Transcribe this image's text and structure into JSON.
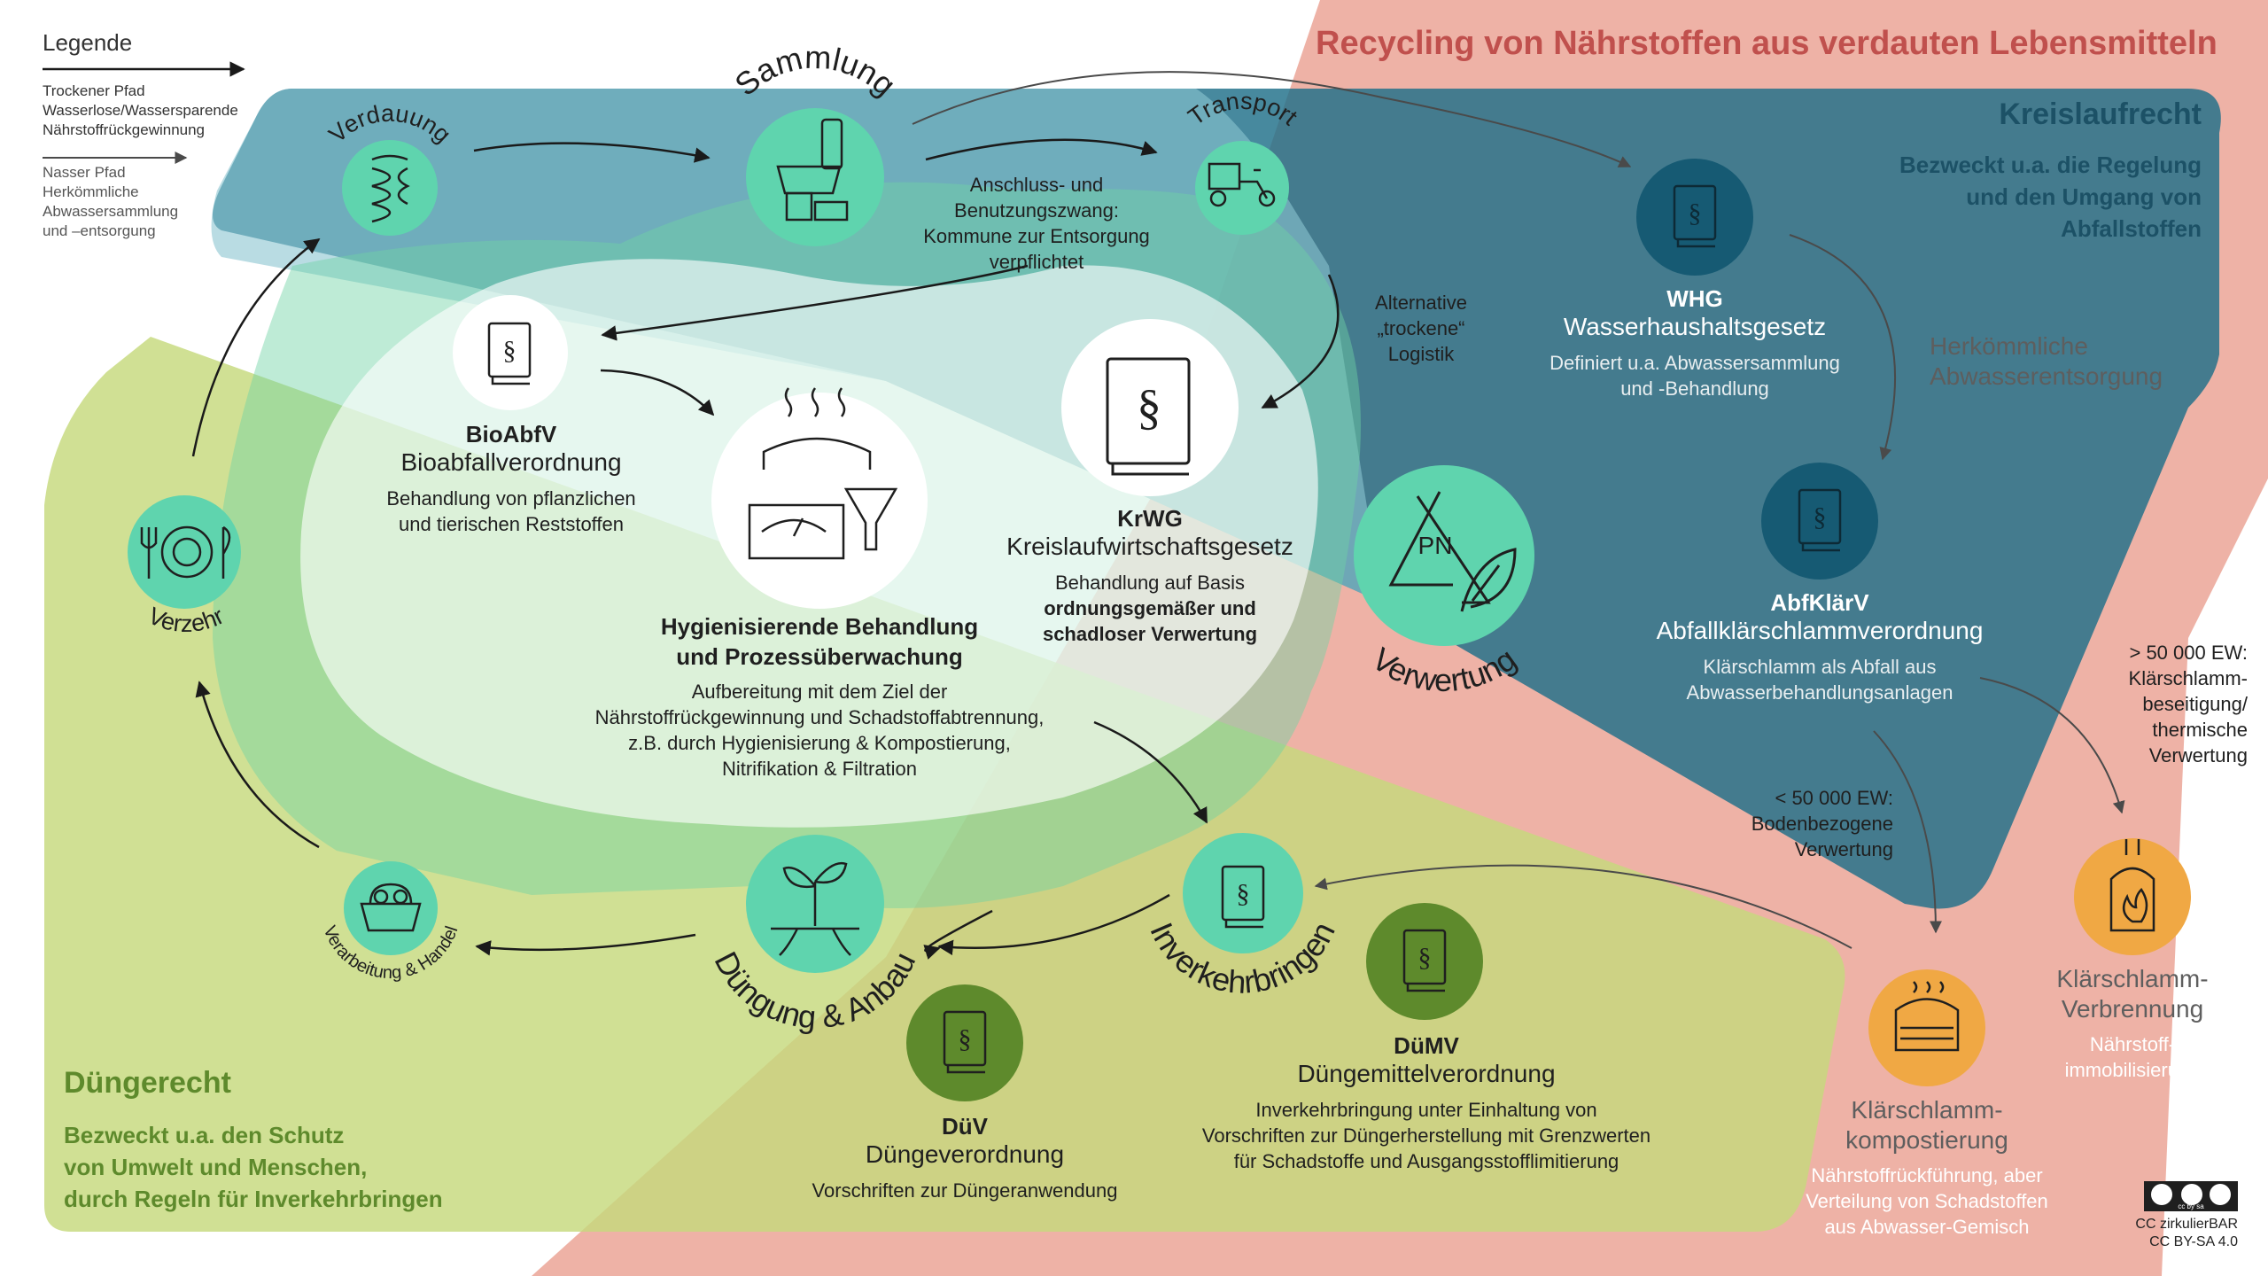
{
  "title": "Recycling von Nährstoffen aus verdauten Lebensmitteln",
  "legend": {
    "heading": "Legende",
    "dry_lines": [
      "Trockener Pfad",
      "Wasserlose/Wassersparende",
      "Nährstoffrückgewinnung"
    ],
    "wet_lines": [
      "Nasser Pfad",
      "Herkömmliche",
      "Abwassersammlung",
      "und –entsorgung"
    ]
  },
  "kreislaufrecht": {
    "heading": "Kreislaufrecht",
    "description": [
      "Bezweckt u.a. die Regelung",
      "und den Umgang von",
      "Abfallstoffen"
    ]
  },
  "duengerecht": {
    "heading": "Düngerecht",
    "description": [
      "Bezweckt u.a. den Schutz",
      "von Umwelt und Menschen,",
      "durch Regeln für Inverkehrbringen"
    ]
  },
  "cycle_nodes": {
    "verdauung": "Verdauung",
    "sammlung": "Sammlung",
    "transport": "Transport",
    "verwertung": "Verwertung",
    "inverkehrbringen": "Inverkehrbringen",
    "duengung": "Düngung & Anbau",
    "verarbeitung": "Verarbeitung & Handel",
    "verzehr": "Verzehr"
  },
  "icon_names": {
    "verdauung": "intestine-icon",
    "sammlung": "dry-toilet-icon",
    "transport": "cargo-bike-icon",
    "verwertung": "nutrient-recycling-leaf-icon",
    "inverkehrbringen": "law-book-icon",
    "duengung": "seedling-icon",
    "verarbeitung": "food-basket-icon",
    "verzehr": "plate-cutlery-icon"
  },
  "annotations": {
    "anschluss": [
      "Anschluss- und",
      "Benutzungszwang:",
      "Kommune zur Entsorgung",
      "verpflichtet"
    ],
    "alternative": [
      "Alternative",
      "„trockene“",
      "Logistik"
    ],
    "herkoemmliche": [
      "Herkömmliche",
      "Abwasserentsorgung"
    ],
    "large_plants": [
      "> 50 000 EW:",
      "Klärschlamm-",
      "beseitigung/",
      "thermische",
      "Verwertung"
    ],
    "small_plants": [
      "< 50 000 EW:",
      "Bodenbezogene",
      "Verwertung"
    ]
  },
  "laws": {
    "bioabfv": {
      "abbr": "BioAbfV",
      "name": "Bioabfallverordnung",
      "desc": [
        "Behandlung von pflanzlichen",
        "und tierischen Reststoffen"
      ]
    },
    "krwg": {
      "abbr": "KrWG",
      "name": "Kreislaufwirtschaftsgesetz",
      "desc": [
        "Behandlung auf Basis",
        "ordnungsgemäßer und",
        "schadloser Verwertung"
      ]
    },
    "whg": {
      "abbr": "WHG",
      "name": "Wasserhaushaltsgesetz",
      "desc": [
        "Definiert u.a. Abwassersammlung",
        "und -Behandlung"
      ]
    },
    "abfklaerv": {
      "abbr": "AbfKlärV",
      "name": "Abfallklärschlammverordnung",
      "desc": [
        "Klärschlamm als Abfall aus",
        "Abwasserbehandlungsanlagen"
      ]
    },
    "duev": {
      "abbr": "DüV",
      "name": "Düngeverordnung",
      "desc": [
        "Vorschriften zur Düngeranwendung"
      ]
    },
    "duemv": {
      "abbr": "DüMV",
      "name": "Düngemittelverordnung",
      "desc": [
        "Inverkehrbringung unter Einhaltung von",
        "Vorschriften zur Düngerherstellung mit Grenzwerten",
        "für Schadstoffe und Ausgangsstofflimitierung"
      ]
    }
  },
  "treatment": {
    "title": [
      "Hygienisierende Behandlung",
      "und Prozessüberwachung"
    ],
    "desc": [
      "Aufbereitung mit dem Ziel der",
      "Nährstoffrückgewinnung und Schadstoffabtrennung,",
      "z.B. durch Hygienisierung & Kompostierung,",
      "Nitrifikation & Filtration"
    ]
  },
  "sludge": {
    "kompost_name": [
      "Klärschlamm-",
      "kompostierung"
    ],
    "kompost_desc": [
      "Nährstoffrückführung, aber",
      "Verteilung von Schadstoffen",
      "aus Abwasser-Gemisch"
    ],
    "verbrennung_name": [
      "Klärschlamm-",
      "Verbrennung"
    ],
    "verbrennung_desc": [
      "Nährstoff-",
      "immobilisierung"
    ]
  },
  "license": {
    "badge": "cc by sa",
    "lines": [
      "CC zirkulierBAR",
      "CC BY-SA 4.0"
    ]
  },
  "colors": {
    "title_red": "#c0504d",
    "salmon": "#eba597",
    "teal_dark": "#1e6f89",
    "teal_light": "#79b4c2",
    "mint": "#5fd4ae",
    "green_region": "#c6d97c",
    "green_dark": "#5e8a2c",
    "orange": "#f0a844"
  }
}
